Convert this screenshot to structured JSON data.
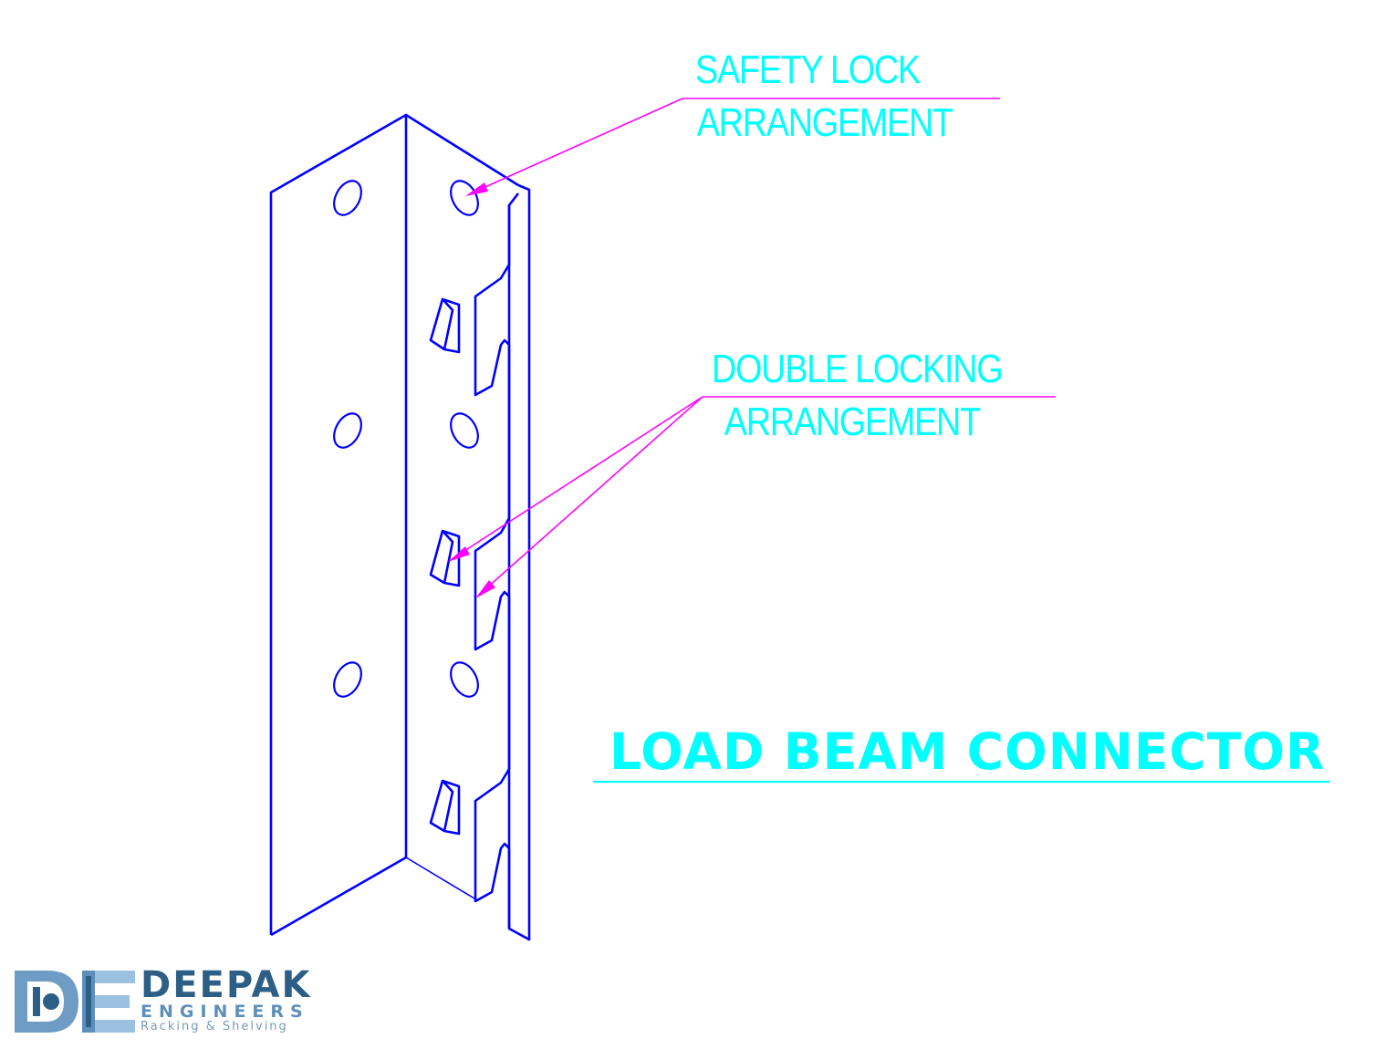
{
  "callouts": {
    "safety_lock": {
      "line1": "SAFETY LOCK",
      "line2": "ARRANGEMENT"
    },
    "double_lock": {
      "line1": "DOUBLE LOCKING",
      "line2": "ARRANGEMENT"
    }
  },
  "title": "LOAD BEAM CONNECTOR",
  "logo": {
    "name": "DEEPAK",
    "subname": "ENGINEERS",
    "tagline": "Racking & Shelving"
  },
  "colors": {
    "outline": "#0000ff",
    "leader": "#ff00ff",
    "text": "#00ffff",
    "logo_dark": "#2d5f86",
    "logo_light": "#5d8fba"
  }
}
